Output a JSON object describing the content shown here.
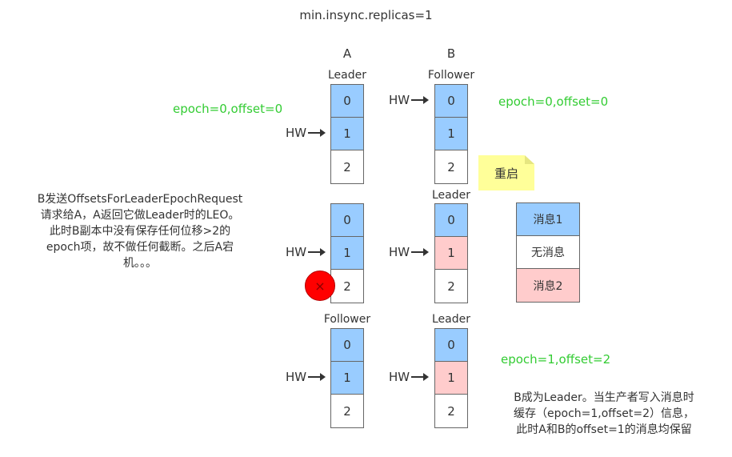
{
  "title": "min.insync.replicas=1",
  "columns": {
    "a": "A",
    "b": "B"
  },
  "hw_label": "HW",
  "rows": [
    {
      "a": {
        "role": "Leader",
        "cells": [
          {
            "label": "0",
            "color": "blue"
          },
          {
            "label": "1",
            "color": "blue"
          },
          {
            "label": "2",
            "color": "white"
          }
        ],
        "hw_at": 1
      },
      "b": {
        "role": "Follower",
        "cells": [
          {
            "label": "0",
            "color": "blue"
          },
          {
            "label": "1",
            "color": "blue"
          },
          {
            "label": "2",
            "color": "white"
          }
        ],
        "hw_at": 0
      },
      "left_annotation": "epoch=0,offset=0",
      "right_annotation": "epoch=0,offset=0"
    },
    {
      "a": {
        "role": "",
        "crashed": true,
        "cells": [
          {
            "label": "0",
            "color": "blue"
          },
          {
            "label": "1",
            "color": "blue"
          },
          {
            "label": "2",
            "color": "white"
          }
        ],
        "hw_at": 1
      },
      "b": {
        "role": "Leader",
        "cells": [
          {
            "label": "0",
            "color": "blue"
          },
          {
            "label": "1",
            "color": "pink"
          },
          {
            "label": "2",
            "color": "white"
          }
        ],
        "hw_at": 1
      },
      "description": [
        "B发送OffsetsForLeaderEpochRequest",
        "请求给A，A返回它做Leader时的LEO。",
        "此时B副本中没有保存任何位移>2的",
        "epoch项，故不做任何截断。之后A宕",
        "机。。。"
      ]
    },
    {
      "a": {
        "role": "Follower",
        "cells": [
          {
            "label": "0",
            "color": "blue"
          },
          {
            "label": "1",
            "color": "blue"
          },
          {
            "label": "2",
            "color": "white"
          }
        ],
        "hw_at": 1
      },
      "b": {
        "role": "Leader",
        "cells": [
          {
            "label": "0",
            "color": "blue"
          },
          {
            "label": "1",
            "color": "pink"
          },
          {
            "label": "2",
            "color": "white"
          }
        ],
        "hw_at": 1
      },
      "right_annotation": "epoch=1,offset=2",
      "description": [
        "B成为Leader。当生产者写入消息时",
        "缓存（epoch=1,offset=2）信息，",
        "此时A和B的offset=1的消息均保留"
      ]
    }
  ],
  "note": "重启",
  "legend": [
    {
      "label": "消息1",
      "color": "blue"
    },
    {
      "label": "无消息",
      "color": "white"
    },
    {
      "label": "消息2",
      "color": "pink"
    }
  ],
  "crash_icon": "×",
  "colors": {
    "blue": "#99ccff",
    "pink": "#ffcccc",
    "white": "#ffffff",
    "green": "#33cc33",
    "note": "#ffff99",
    "crash": "#ff0000"
  }
}
